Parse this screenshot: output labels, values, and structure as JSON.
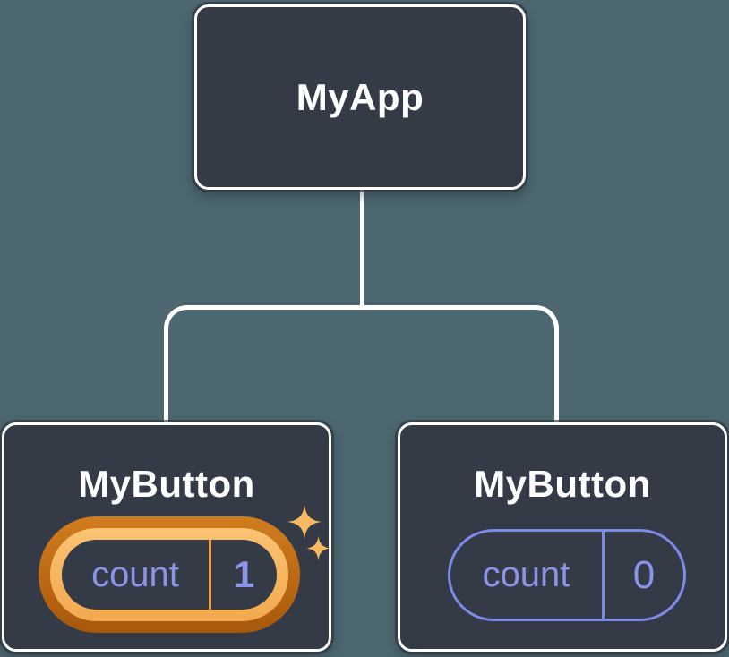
{
  "diagram": {
    "background_color": "#4C6770",
    "node_fill_color": "#343A46",
    "node_border_color": "#FFFFFF",
    "connector_color": "#FFFFFF",
    "root": {
      "label": "MyApp"
    },
    "children": [
      {
        "label": "MyButton",
        "state_name": "count",
        "state_value": "1",
        "highlighted": true,
        "highlight_outer_color": "#C06C15",
        "highlight_inner_color": "#F9BC64",
        "divider_color": "#EE9F3F",
        "state_text_color": "#8B94E8"
      },
      {
        "label": "MyButton",
        "state_name": "count",
        "state_value": "0",
        "highlighted": false,
        "pill_border_color": "#7D8BE8",
        "state_text_color": "#8B94E8"
      }
    ],
    "sparkles": {
      "color": "#F7BA62",
      "glyph_count": 2
    }
  }
}
